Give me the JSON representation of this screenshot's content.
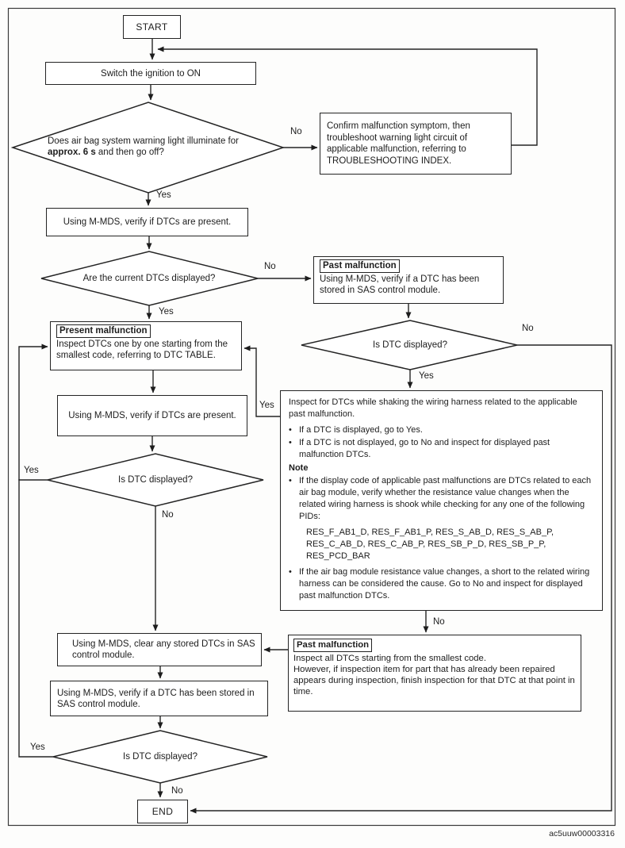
{
  "colors": {
    "ink": "#1d1d1d",
    "background": "#fdfdfc"
  },
  "labels": {
    "yes": "Yes",
    "no": "No",
    "bullet": "•"
  },
  "caption": "ac5uuw00003316",
  "nodes": {
    "start": "START",
    "switch_ignition": "Switch the ignition to ON",
    "d1_part1": "Does air bag system warning light illuminate for ",
    "d1_bold": "approx. 6 s",
    "d1_part2": " and then go off?",
    "confirm": "Confirm malfunction symptom, then troubleshoot warning light circuit of applicable malfunction, referring to TROUBLESHOOTING INDEX.",
    "verify_dtcs_present_1": "Using M-MDS, verify if DTCs are present.",
    "d2": "Are the current DTCs displayed?",
    "past1_title": "Past malfunction",
    "past1_body": "Using M-MDS, verify if a DTC has been stored in SAS control module.",
    "d3": "Is DTC displayed?",
    "present_title": "Present malfunction",
    "present_body": "Inspect DTCs one by one starting from the smallest code, referring to DTC TABLE.",
    "verify_dtcs_present_2": "Using M-MDS, verify if DTCs are present.",
    "d4": "Is DTC displayed?",
    "shake_intro": "Inspect for DTCs while shaking the wiring harness related to the applicable past malfunction.",
    "shake_b1": "If a DTC is displayed, go to Yes.",
    "shake_b2": "If a DTC is not displayed, go to No and inspect for displayed past malfunction DTCs.",
    "note_label": "Note",
    "note_b1": "If the display code of applicable past malfunctions are DTCs related to each air bag module, verify whether the resistance value changes when the related wiring harness is shook while checking for any one of the following PIDs:",
    "pids_l1": "RES_F_AB1_D, RES_F_AB1_P, RES_S_AB_D, RES_S_AB_P,",
    "pids_l2": "RES_C_AB_D, RES_C_AB_P, RES_SB_P_D, RES_SB_P_P,",
    "pids_l3": "RES_PCD_BAR",
    "note_b2": "If the air bag module resistance value changes, a short to the related wiring harness can be considered the cause. Go to No and inspect for displayed past malfunction DTCs.",
    "clear_dtcs": "Using M-MDS, clear any stored DTCs in SAS control module.",
    "verify_stored": "Using M-MDS, verify if a DTC has been stored in SAS control module.",
    "d5": "Is DTC displayed?",
    "past2_title": "Past malfunction",
    "past2_body1": "Inspect all DTCs starting from the smallest code.",
    "past2_body2": "However, if inspection item for part that has already been repaired appears during inspection, finish inspection for that DTC at that point in time.",
    "end": "END"
  }
}
